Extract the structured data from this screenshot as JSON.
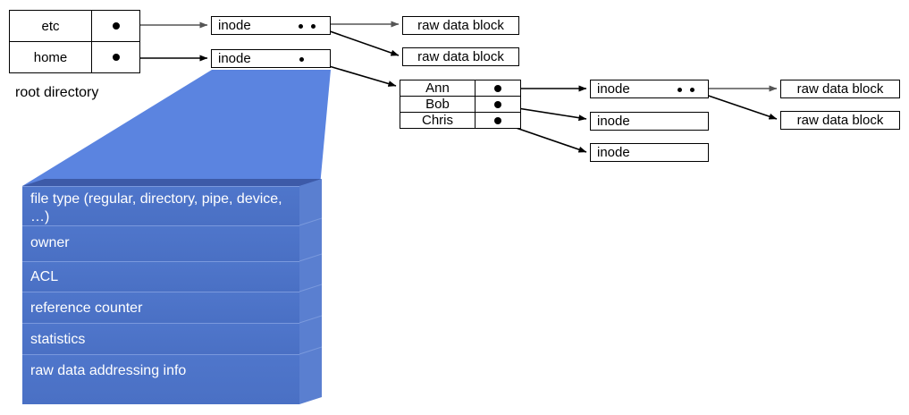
{
  "diagram": {
    "title": "unix-inode-directory-structure",
    "colors": {
      "block_front": "#4f76cb",
      "block_top": "#3d5aa8",
      "block_side": "#5a7fd0",
      "funnel": "#5b84e0",
      "line": "#000000",
      "box_fill": "#ffffff"
    },
    "root_directory": {
      "caption": "root directory",
      "entries": [
        {
          "name": "etc",
          "pointer": "●"
        },
        {
          "name": "home",
          "pointer": "●"
        }
      ]
    },
    "home_directory": {
      "entries": [
        {
          "name": "Ann",
          "pointer": "●"
        },
        {
          "name": "Bob",
          "pointer": "●"
        },
        {
          "name": "Chris",
          "pointer": "●"
        }
      ]
    },
    "inodes": [
      {
        "id": "inode-etc",
        "label": "inode",
        "pointer_count": 2
      },
      {
        "id": "inode-home",
        "label": "inode",
        "pointer_count": 1
      },
      {
        "id": "inode-ann",
        "label": "inode",
        "pointer_count": 2
      },
      {
        "id": "inode-bob",
        "label": "inode",
        "pointer_count": 0
      },
      {
        "id": "inode-chris",
        "label": "inode",
        "pointer_count": 0
      }
    ],
    "raw_data_blocks": [
      {
        "id": "rdb-etc-1",
        "label": "raw data block"
      },
      {
        "id": "rdb-etc-2",
        "label": "raw data block"
      },
      {
        "id": "rdb-ann-1",
        "label": "raw data block"
      },
      {
        "id": "rdb-ann-2",
        "label": "raw data block"
      }
    ],
    "inode_detail": {
      "rows": [
        "file type (regular, directory, pipe, device, …)",
        "owner",
        "ACL",
        "reference counter",
        "statistics",
        "raw data addressing info"
      ]
    }
  }
}
